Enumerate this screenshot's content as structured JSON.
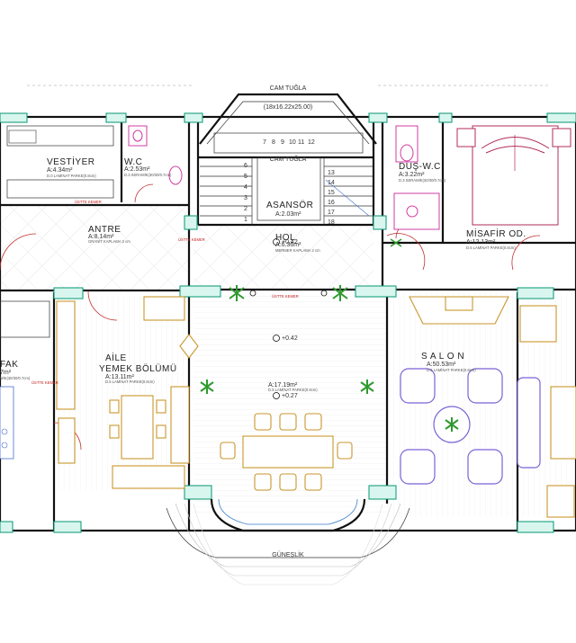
{
  "rooms": {
    "vestiyer": {
      "name": "VESTİYER",
      "area": "A:4.34m²",
      "floor": "D.0 LAMİNAT PARKE(0.8cm)"
    },
    "wc": {
      "name": "W.C",
      "area": "A:2.53m²",
      "floor": "D.3 SERAMİK(30/30/0.7cm)"
    },
    "antre": {
      "name": "ANTRE",
      "area": "A:8.14m²",
      "floor": "GRANİT KAPLAMA 2 cm"
    },
    "asansor": {
      "name": "ASANSÖR",
      "area": "A:2.03m²"
    },
    "hol": {
      "name": "HOL",
      "area": "A:6.36m²",
      "floor": "MERMER KAPLAMA 2 cm"
    },
    "dus_wc": {
      "name": "DUŞ-W.C",
      "area": "A:3.22m²",
      "floor": "D.3 SERAMİK(30/30/0.7cm)"
    },
    "misafir": {
      "name": "MİSAFİR OD.",
      "area": "A:12.13m²",
      "floor": "D.5 LAMİNAT PARKE(0.8cm)"
    },
    "mutfak": {
      "name": "FAK",
      "area": "7m²",
      "floor": "MİK(30/30/0.7cm)"
    },
    "aile": {
      "name_line1": "AİLE",
      "name_line2": "YEMEK BÖLÜMÜ",
      "area": "A:13.11m²",
      "floor": "D.5 LAMİNAT PARKE(0.8cm)"
    },
    "yemek": {
      "area": "A:17.19m²",
      "floor": "D.5 LAMİNAT PARKE(0.8cm)"
    },
    "salon": {
      "name": "S A L O N",
      "area": "A:50.53m²",
      "floor": "D.5 LAMİNAT PARKE(0.8cm)"
    },
    "guneslik": {
      "name": "GÜNEŞLİK"
    }
  },
  "labels": {
    "cam_tugla_top": "CAM TUĞLA",
    "cam_tugla_dims": "(18x16.22x25.00)",
    "cam_tugla_mid": "CAM TUĞLA",
    "ustte_kemer_1": "ÜSTTE KEMER",
    "ustte_kemer_2": "ÜSTTE KEMER",
    "ustte_kemer_3": "ÜSTTE KEMER",
    "ustte_kemer_4": "ÜSTTE KEMER",
    "level_1": "+0.42",
    "level_2": "+0.42",
    "level_3": "+0.27"
  },
  "stairs": {
    "left_steps": [
      "6",
      "5",
      "4",
      "3",
      "2",
      "1"
    ],
    "top_steps": [
      "7",
      "8",
      "9",
      "10",
      "11",
      "12"
    ],
    "right_steps": [
      "13",
      "14",
      "15",
      "16",
      "17",
      "18"
    ]
  },
  "colors": {
    "wall": "#111111",
    "column_fill": "#d8f6ee",
    "column_stroke": "#1a9e7e",
    "door": "#c03030",
    "sofa": "#7a62d6",
    "furniture": "#c9962c",
    "bed": "#b02c5a",
    "plant": "#2f9a2f"
  }
}
